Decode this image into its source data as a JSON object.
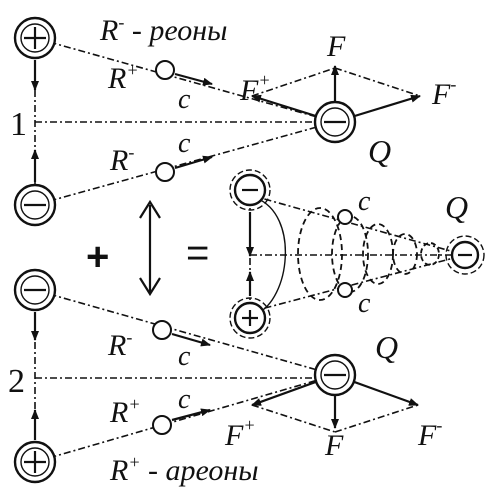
{
  "labels": {
    "r": "R",
    "plus_sign": "+",
    "minus_sign": "-",
    "dash": " - ",
    "rheons": "реоны",
    "areons": "ареоны",
    "c": "c",
    "f": "F",
    "q": "Q",
    "system1": "1",
    "system2": "2",
    "plus_op": "+",
    "equals_op": "="
  }
}
